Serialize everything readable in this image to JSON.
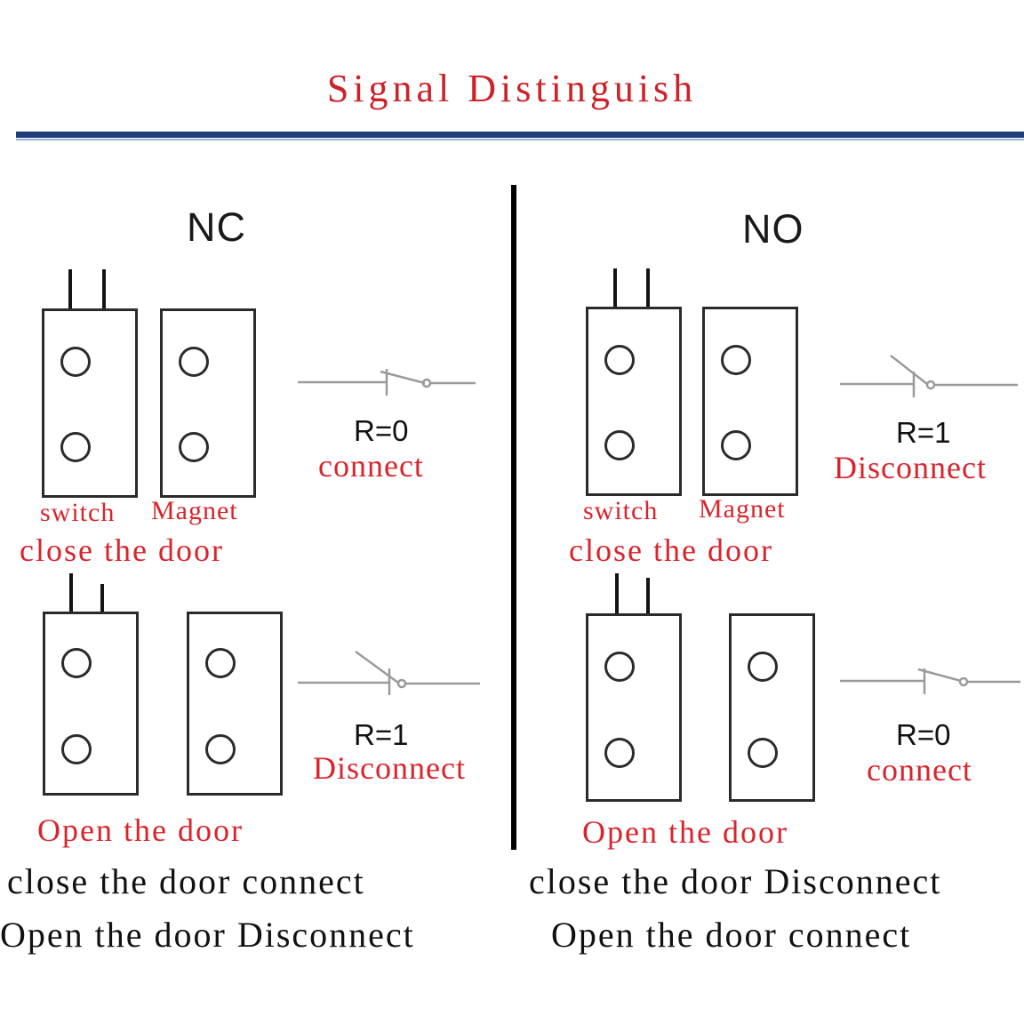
{
  "title": "Signal Distinguish",
  "colors": {
    "title_red": "#cc2229",
    "label_red": "#d9242c",
    "rule_navy": "#1f3d7a",
    "rule_light_blue": "#93b4dd",
    "outline": "#2b2b2b"
  },
  "panels": [
    {
      "id": "nc",
      "heading": "NC",
      "rows": [
        {
          "id": "nc-closed",
          "switch_label": "switch",
          "magnet_label": "Magnet",
          "state_label": "close the door",
          "resistance": "R=0",
          "result": "connect",
          "symbol": "closed"
        },
        {
          "id": "nc-open",
          "state_label": "Open the door",
          "resistance": "R=1",
          "result": "Disconnect",
          "symbol": "open"
        }
      ],
      "summary": [
        "close the door connect",
        "Open the door Disconnect"
      ]
    },
    {
      "id": "no",
      "heading": "NO",
      "rows": [
        {
          "id": "no-closed",
          "switch_label": "switch",
          "magnet_label": "Magnet",
          "state_label": "close the door",
          "resistance": "R=1",
          "result": "Disconnect",
          "symbol": "open"
        },
        {
          "id": "no-open",
          "state_label": "Open the door",
          "resistance": "R=0",
          "result": "connect",
          "symbol": "closed"
        }
      ],
      "summary": [
        "close the door Disconnect",
        "Open the door connect"
      ]
    }
  ]
}
